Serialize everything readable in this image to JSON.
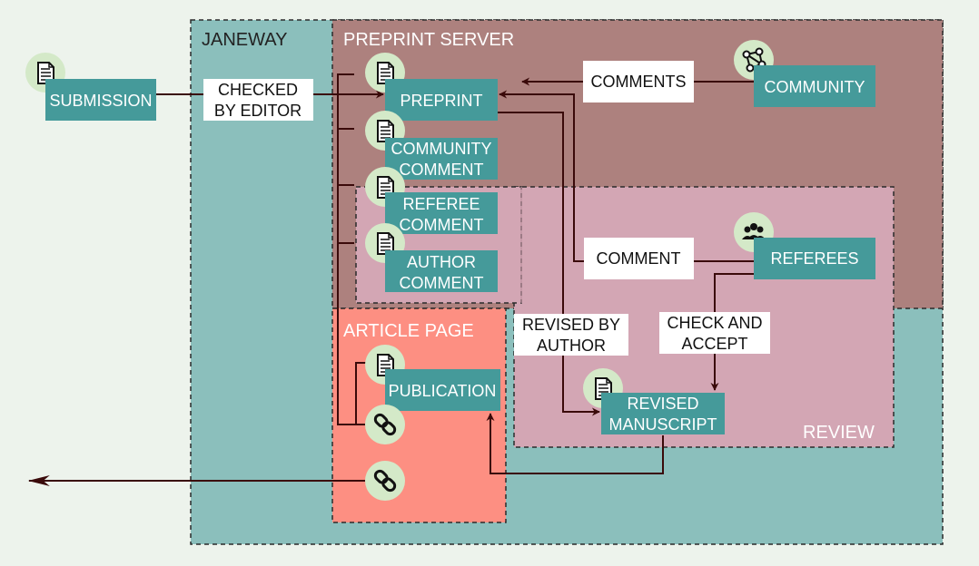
{
  "regions": {
    "janeway": "JANEWAY",
    "preprint_server": "PREPRINT SERVER",
    "review": "REVIEW",
    "article_page": "ARTICLE PAGE"
  },
  "nodes": {
    "submission": "SUBMISSION",
    "preprint": "PREPRINT",
    "community_comment": [
      "COMMUNITY",
      "COMMENT"
    ],
    "referee_comment": [
      "REFEREE",
      "COMMENT"
    ],
    "author_comment": [
      "AUTHOR",
      "COMMENT"
    ],
    "community": "COMMUNITY",
    "referees": "REFEREES",
    "publication": "PUBLICATION",
    "revised_manuscript": [
      "REVISED",
      "MANUSCRIPT"
    ]
  },
  "edge_labels": {
    "checked_by_editor": [
      "CHECKED",
      "BY EDITOR"
    ],
    "comments": "COMMENTS",
    "comment": "COMMENT",
    "revised_by_author": [
      "REVISED BY",
      "AUTHOR"
    ],
    "check_and_accept": [
      "CHECK AND",
      "ACCEPT"
    ]
  },
  "colors": {
    "background": "#edf3ec",
    "janeway": "#8bbfbc",
    "preprint_server": "#ad817e",
    "review": "#d3a6b4",
    "article_page": "#fd8f82",
    "node": "#459a9a",
    "icon_circle": "#d4e9c8",
    "arrow": "#3a0a0a"
  },
  "icons": {
    "document": "document-icon",
    "link": "link-icon",
    "network": "network-icon",
    "people": "people-icon"
  }
}
